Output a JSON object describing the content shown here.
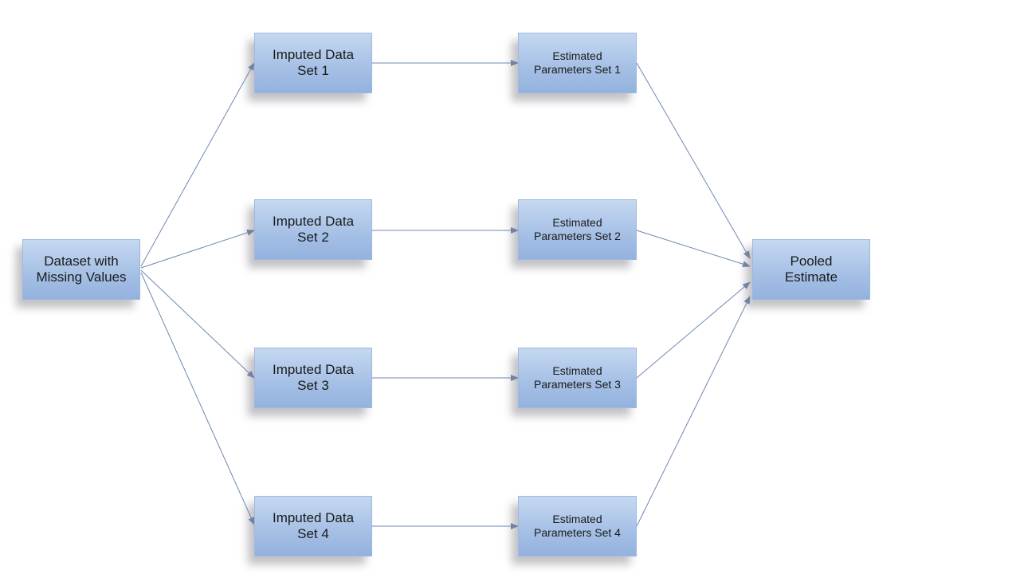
{
  "nodes": {
    "source": "Dataset with\nMissing Values",
    "imputed": [
      "Imputed Data\nSet 1",
      "Imputed Data\nSet 2",
      "Imputed Data\nSet 3",
      "Imputed Data\nSet 4"
    ],
    "estimated": [
      "Estimated\nParameters Set 1",
      "Estimated\nParameters Set 2",
      "Estimated\nParameters Set 3",
      "Estimated\nParameters Set 4"
    ],
    "pooled": "Pooled\nEstimate"
  },
  "colors": {
    "connector": "#6f88b3",
    "box_top": "#c5d8f1",
    "box_bottom": "#93b2de"
  }
}
